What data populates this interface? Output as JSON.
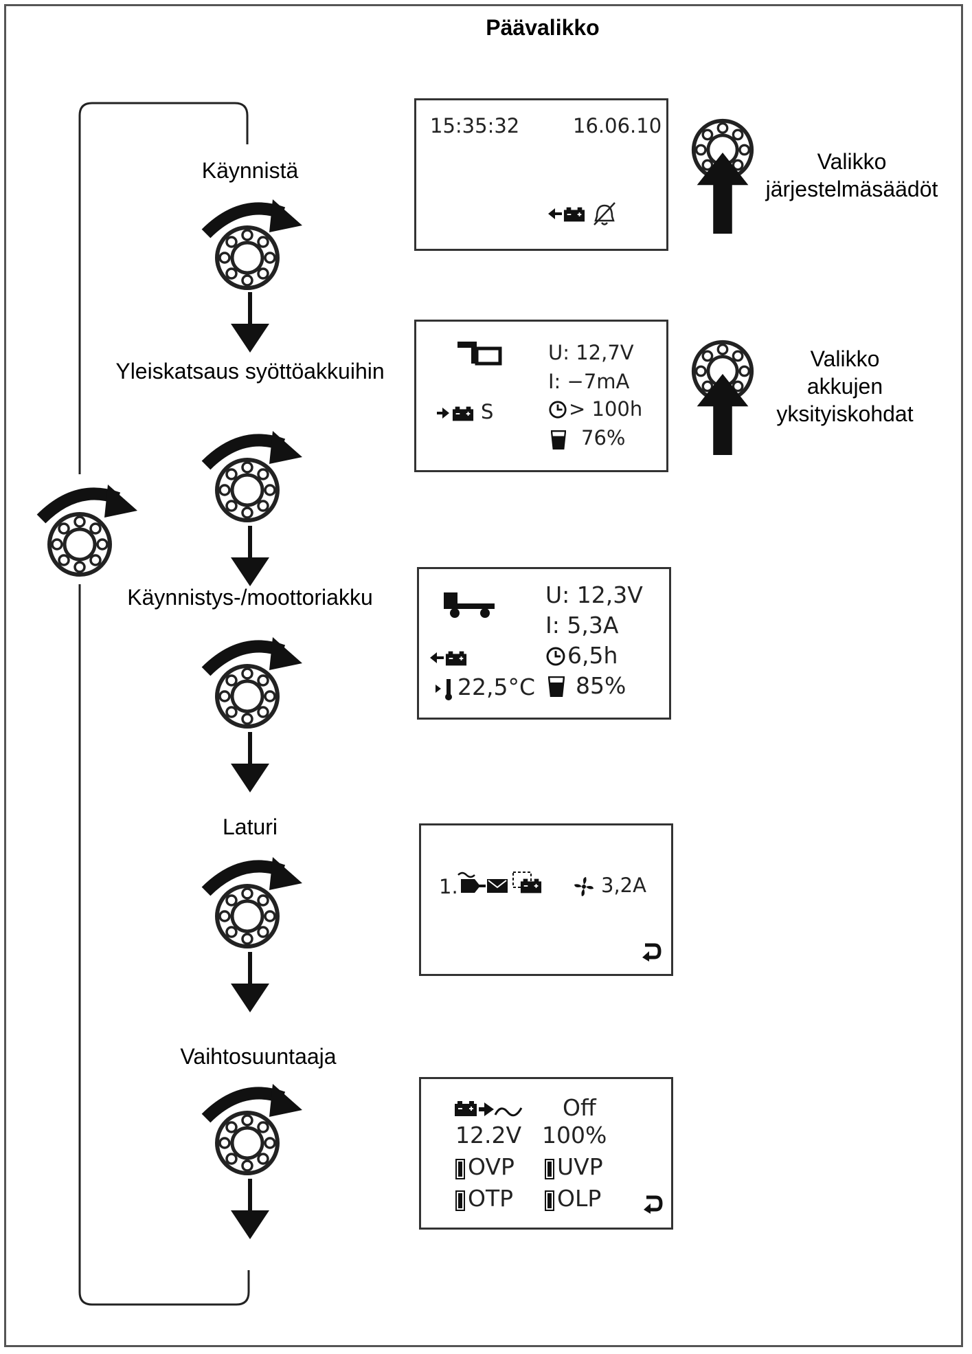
{
  "title": "Päävalikko",
  "steps": {
    "start": "Käynnistä",
    "overview": "Yleiskatsaus syöttöakkuihin",
    "engine": "Käynnistys-/moottoriakku",
    "charger": "Laturi",
    "inverter": "Vaihtosuuntaaja"
  },
  "side_labels": {
    "system": [
      "Valikko",
      "järjestelmäsäädöt"
    ],
    "battery": [
      "Valikko",
      "akkujen",
      "yksityiskohdat"
    ]
  },
  "screens": {
    "start": {
      "time": "15:35:32",
      "date": "16.06.10"
    },
    "overview": {
      "voltage": "U: 12,7V",
      "current": "I:  −7mA",
      "time_left": "> 100h",
      "charge": "76%",
      "battery_label": "S"
    },
    "engine": {
      "voltage": "U: 12,3V",
      "current": "I:  5,3A",
      "time_left": "6,5h",
      "charge": "85%",
      "temperature": "22,5°C"
    },
    "charger": {
      "prefix": "1.",
      "current": "3,2A"
    },
    "inverter": {
      "state": "Off",
      "voltage": "12.2V",
      "power": "100%",
      "ovp": "OVP",
      "uvp": "UVP",
      "otp": "OTP",
      "olp": "OLP"
    }
  },
  "icons": [
    "rotary-knob-icon",
    "turn-arrow-icon",
    "down-arrow-icon",
    "push-arrow-icon",
    "battery-icon",
    "bell-muted-icon",
    "truck-icon",
    "clock-icon",
    "fuel-gauge-icon",
    "thermometer-icon",
    "fan-icon",
    "return-icon",
    "plug-icon",
    "sine-wave-icon",
    "led-indicator-icon"
  ]
}
